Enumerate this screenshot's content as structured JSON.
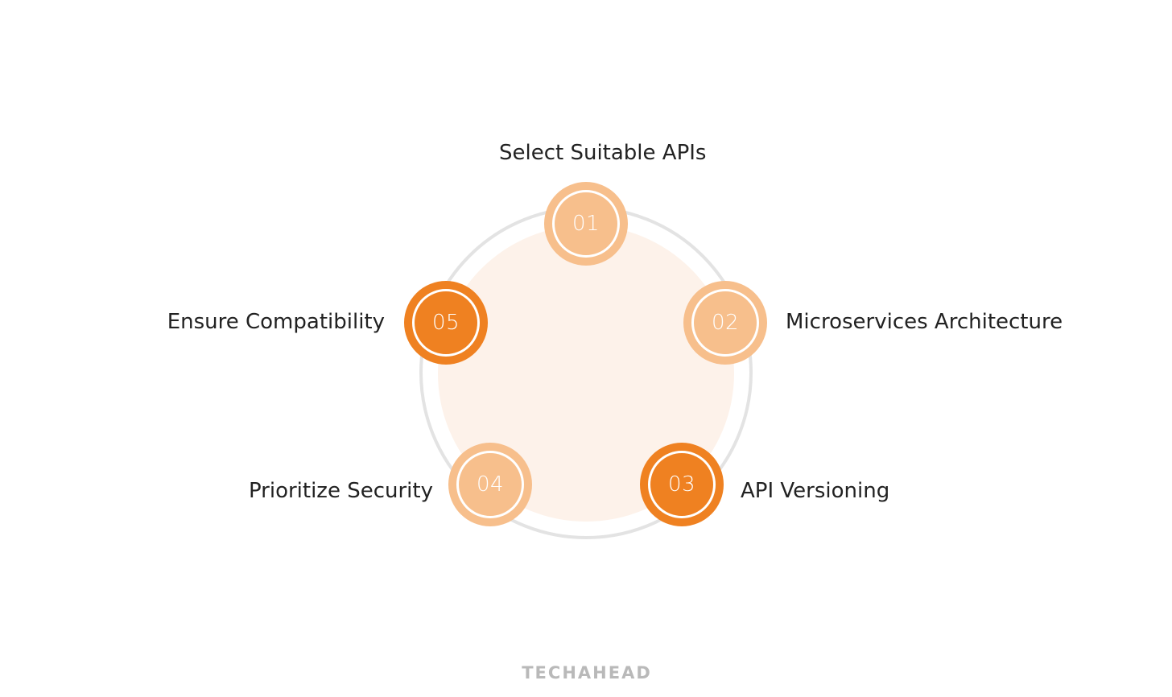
{
  "diagram": {
    "type": "cycle",
    "colors": {
      "light_node": "#f7bf8c",
      "dark_node": "#ef8121",
      "ring": "#e3e3e3",
      "center_fill": "#fdf2ea",
      "label_text": "#222222",
      "logo": "#b9b9b9"
    },
    "steps": [
      {
        "number": "01",
        "label": "Select Suitable APIs",
        "style": "light"
      },
      {
        "number": "02",
        "label": "Microservices Architecture",
        "style": "light"
      },
      {
        "number": "03",
        "label": "API Versioning",
        "style": "dark"
      },
      {
        "number": "04",
        "label": "Prioritize Security",
        "style": "light"
      },
      {
        "number": "05",
        "label": "Ensure Compatibility",
        "style": "dark"
      }
    ]
  },
  "footer": {
    "logo_text": "TECHAHEAD"
  }
}
